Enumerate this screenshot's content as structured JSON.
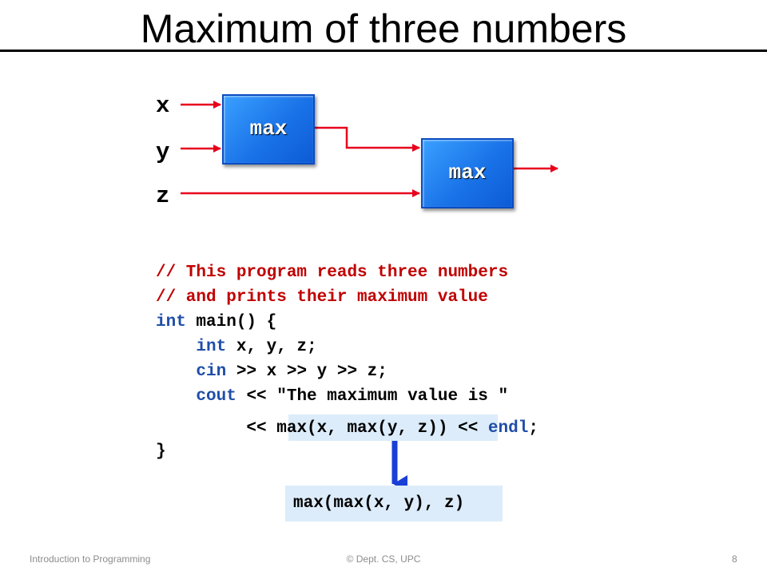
{
  "title": "Maximum of three numbers",
  "diagram": {
    "inputs": [
      "x",
      "y",
      "z"
    ],
    "box1_label": "max",
    "box2_label": "max"
  },
  "code": {
    "comment1": "// This program reads three numbers",
    "comment2": "// and prints their maximum value",
    "l3_kw": "int",
    "l3_rest": " main() {",
    "l4_indent": "    ",
    "l4_kw": "int",
    "l4_rest": " x, y, z;",
    "l5_indent": "    ",
    "l5_kw": "cin",
    "l5_rest": " >> x >> y >> z;",
    "l6_indent": "    ",
    "l6_kw": "cout",
    "l6_rest": " << \"The maximum value is \"",
    "l7_indent": "         ",
    "l7_a": "<< ",
    "l7_expr": "max(x, max(y, z))",
    "l7_b": " << ",
    "l7_kw": "endl",
    "l7_end": ";",
    "l8": "}"
  },
  "result": "max(max(x, y), z)",
  "footer": {
    "left": "Introduction to Programming",
    "center": "© Dept. CS, UPC",
    "page": "8"
  },
  "colors": {
    "wire": "#e8001c",
    "box": "#1a73e8",
    "comment": "#c00000",
    "keyword": "#1f4ea8",
    "highlight": "#dcecfa",
    "arrow": "#1a3fd6"
  }
}
